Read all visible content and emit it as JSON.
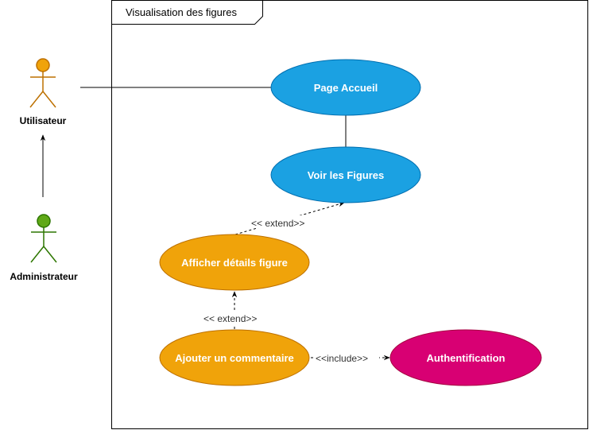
{
  "frame": {
    "title": "Visualisation des figures"
  },
  "actors": {
    "utilisateur": {
      "label": "Utilisateur",
      "fill": "#f0a30a",
      "stroke": "#bd7000"
    },
    "administrateur": {
      "label": "Administrateur",
      "fill": "#60a917",
      "stroke": "#2d7600"
    }
  },
  "use_cases": {
    "page_accueil": {
      "label": "Page Accueil",
      "fill": "#1ba1e2",
      "stroke": "#006eaf"
    },
    "voir_figures": {
      "label": "Voir les Figures",
      "fill": "#1ba1e2",
      "stroke": "#006eaf"
    },
    "afficher_details": {
      "label": "Afficher détails figure",
      "fill": "#f0a30a",
      "stroke": "#bd7000"
    },
    "ajouter_commentaire": {
      "label": "Ajouter un commentaire",
      "fill": "#f0a30a",
      "stroke": "#bd7000"
    },
    "authentification": {
      "label": "Authentification",
      "fill": "#d80073",
      "stroke": "#a50040"
    }
  },
  "relations": {
    "extend_details_voir": "<< extend>>",
    "extend_commentaire_details": "<< extend>>",
    "include_commentaire_auth": "<<include>>"
  }
}
